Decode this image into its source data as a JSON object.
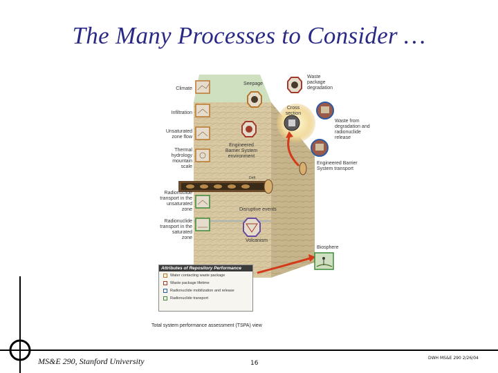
{
  "slide": {
    "title": "The Many Processes to Consider …",
    "footer_left": "MS&E 290, Stanford University",
    "page_number": "16",
    "footer_right": "DWH MS&E 290 2/26/04"
  },
  "diagram": {
    "labels": {
      "climate": "Climate",
      "infiltration": "Infiltration",
      "unsaturated_flow_1": "Unsaturated",
      "unsaturated_flow_2": "zone flow",
      "thermal_1": "Thermal",
      "thermal_2": "hydrology",
      "thermal_3": "mountain",
      "thermal_4": "scale",
      "rn_unsat_1": "Radionuclide",
      "rn_unsat_2": "transport in the",
      "rn_unsat_3": "unsaturated",
      "rn_unsat_4": "zone",
      "rn_sat_1": "Radionuclide",
      "rn_sat_2": "transport in the",
      "rn_sat_3": "saturated",
      "rn_sat_4": "zone",
      "seepage": "Seepage",
      "waste_pkg_1": "Waste",
      "waste_pkg_2": "package",
      "waste_pkg_3": "degradation",
      "cross_1": "Cross",
      "cross_2": "section",
      "waste_form_1": "Waste from",
      "waste_form_2": "degradation and",
      "waste_form_3": "radionuclide",
      "waste_form_4": "release",
      "ebs_env_1": "Engineered",
      "ebs_env_2": "Barrier System",
      "ebs_env_3": "environment",
      "ebs_trans_1": "Engineered Barrier",
      "ebs_trans_2": "System transport",
      "disruptive": "Disruptive events",
      "volcanism": "Volcanism",
      "biosphere": "Biosphere",
      "drift": "Drift"
    },
    "legend": {
      "title": "Attributes of Repository Performance",
      "items": [
        {
          "label": "Water contacting waste package",
          "color": "#b8762c"
        },
        {
          "label": "Waste package lifetime",
          "color": "#a03a2a"
        },
        {
          "label": "Radionuclide mobilization and release",
          "color": "#2c5aa0"
        },
        {
          "label": "Radionuclide transport",
          "color": "#3a8a3a"
        }
      ]
    },
    "caption": "Total system performance assessment (TSPA) view"
  }
}
